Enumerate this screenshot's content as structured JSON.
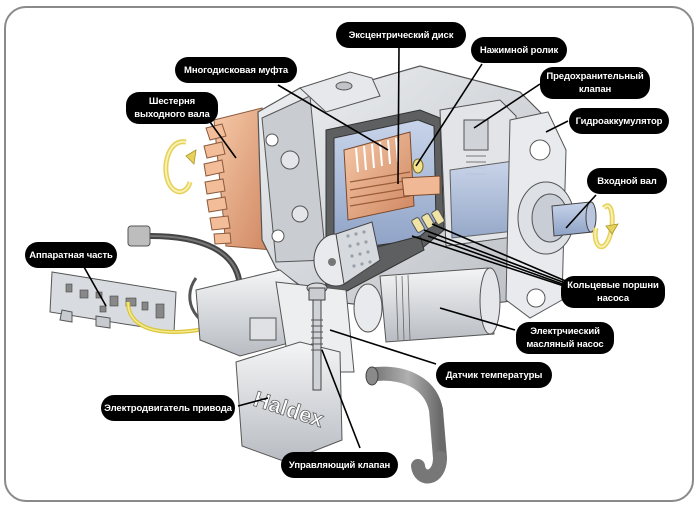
{
  "diagram": {
    "subject": "Haldex coupling (all-wheel-drive clutch) cutaway",
    "brand_marking": "Haldex",
    "labels": {
      "output_gear": [
        "Шестерня",
        "выходного вала"
      ],
      "multiplate_clutch": [
        "Многодисковая муфта"
      ],
      "eccentric_disc": [
        "Эксцентрический диск"
      ],
      "pressure_roller": [
        "Нажимной ролик"
      ],
      "relief_valve": [
        "Предохранительный",
        "клапан"
      ],
      "accumulator": [
        "Гидроаккумулятор"
      ],
      "input_shaft": [
        "Входной вал"
      ],
      "annular_pistons": [
        "Кольцевые поршни",
        "насоса"
      ],
      "electric_oil_pump": [
        "Электрчиеский",
        "масляный насос"
      ],
      "temperature_sensor": [
        "Датчик температуры"
      ],
      "control_valve": [
        "Управляющий клапан"
      ],
      "actuator_motor": [
        "Электродвигатель привода"
      ],
      "control_unit": [
        "Аппаратная часть"
      ]
    },
    "colors": {
      "callout_bg": "#000000",
      "callout_text": "#ffffff",
      "frame": "#8a8a8a",
      "copper": "#e8a57c",
      "housing": "#d6d8dc",
      "housing_shadow": "#aeb2b8",
      "shaft_blue": "#a9b9d6",
      "rotation_arrow": "#f1e27a",
      "cable": "#5a5a5a"
    }
  }
}
